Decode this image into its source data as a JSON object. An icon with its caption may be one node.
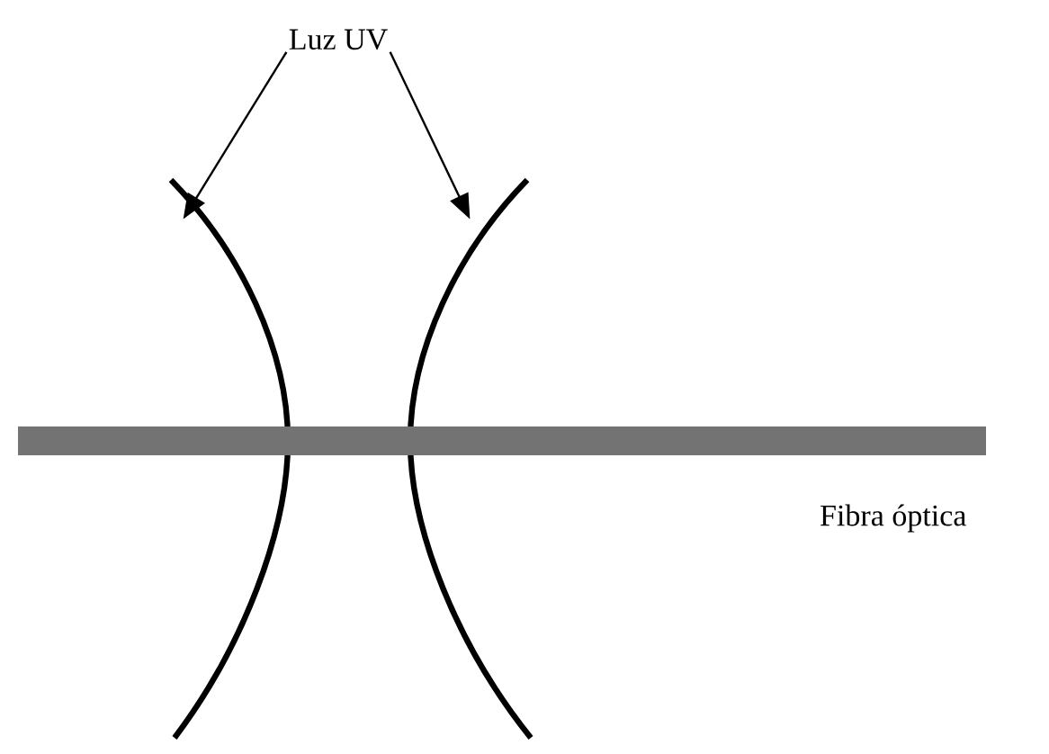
{
  "diagram": {
    "nodes": [
      {
        "text": [
          "Luz UV"
        ]
      },
      {
        "text": [],
        "shape": "arc"
      },
      {
        "text": [],
        "shape": "arc"
      },
      {
        "text": [
          "Fibra óptica"
        ]
      }
    ],
    "edges": [
      {
        "from": 0,
        "to": 1,
        "arrow": "to"
      },
      {
        "from": 0,
        "to": 2,
        "arrow": "to"
      }
    ]
  }
}
